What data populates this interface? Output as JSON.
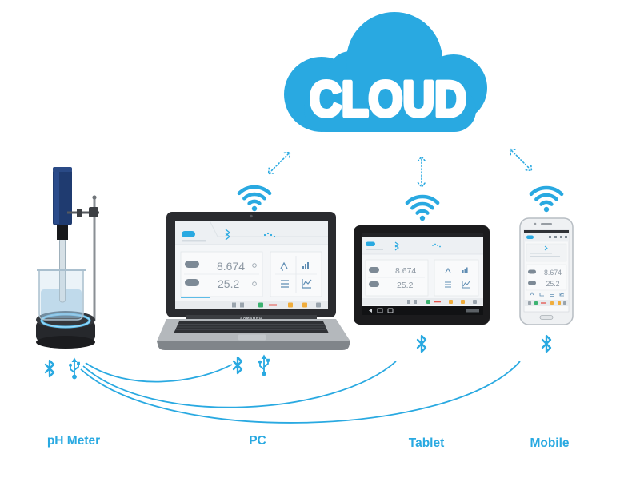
{
  "cloud": {
    "label": "CLOUD"
  },
  "colors": {
    "accent": "#29a9e1"
  },
  "icons": {
    "cloud": "cloud-icon",
    "wifi": "wifi-icon",
    "bluetooth": "bluetooth-icon",
    "usb": "usb-icon",
    "sync": "double-arrow-icon"
  },
  "devices": [
    {
      "label": "pH Meter",
      "links": [
        "bluetooth-icon",
        "usb-icon"
      ]
    },
    {
      "label": "PC",
      "brand": "SAMSUNG",
      "links": [
        "bluetooth-icon",
        "usb-icon",
        "wifi-icon"
      ]
    },
    {
      "label": "Tablet",
      "links": [
        "bluetooth-icon",
        "wifi-icon"
      ]
    },
    {
      "label": "Mobile",
      "links": [
        "bluetooth-icon",
        "wifi-icon"
      ]
    }
  ],
  "screen_readings": {
    "primary": "8.674",
    "secondary": "25.2"
  }
}
